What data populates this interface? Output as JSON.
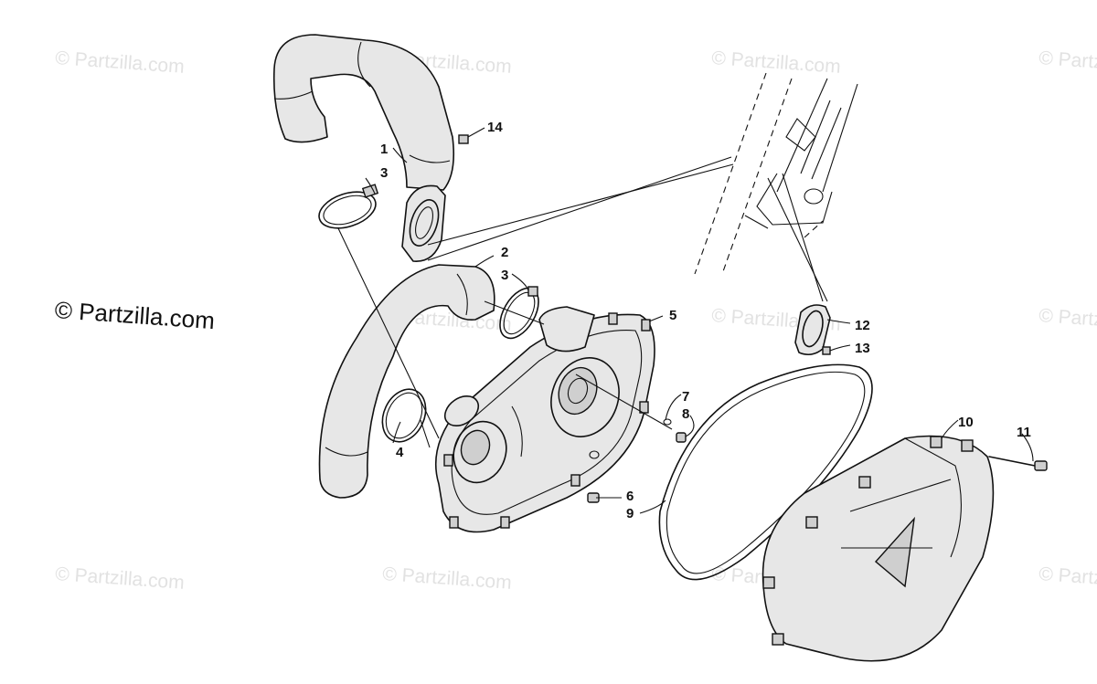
{
  "watermark_text": "© Partzilla.com",
  "copyright_text": "© Partzilla.com",
  "callouts": [
    "1",
    "2",
    "3",
    "3",
    "4",
    "5",
    "6",
    "7",
    "8",
    "9",
    "10",
    "11",
    "12",
    "13",
    "14"
  ]
}
